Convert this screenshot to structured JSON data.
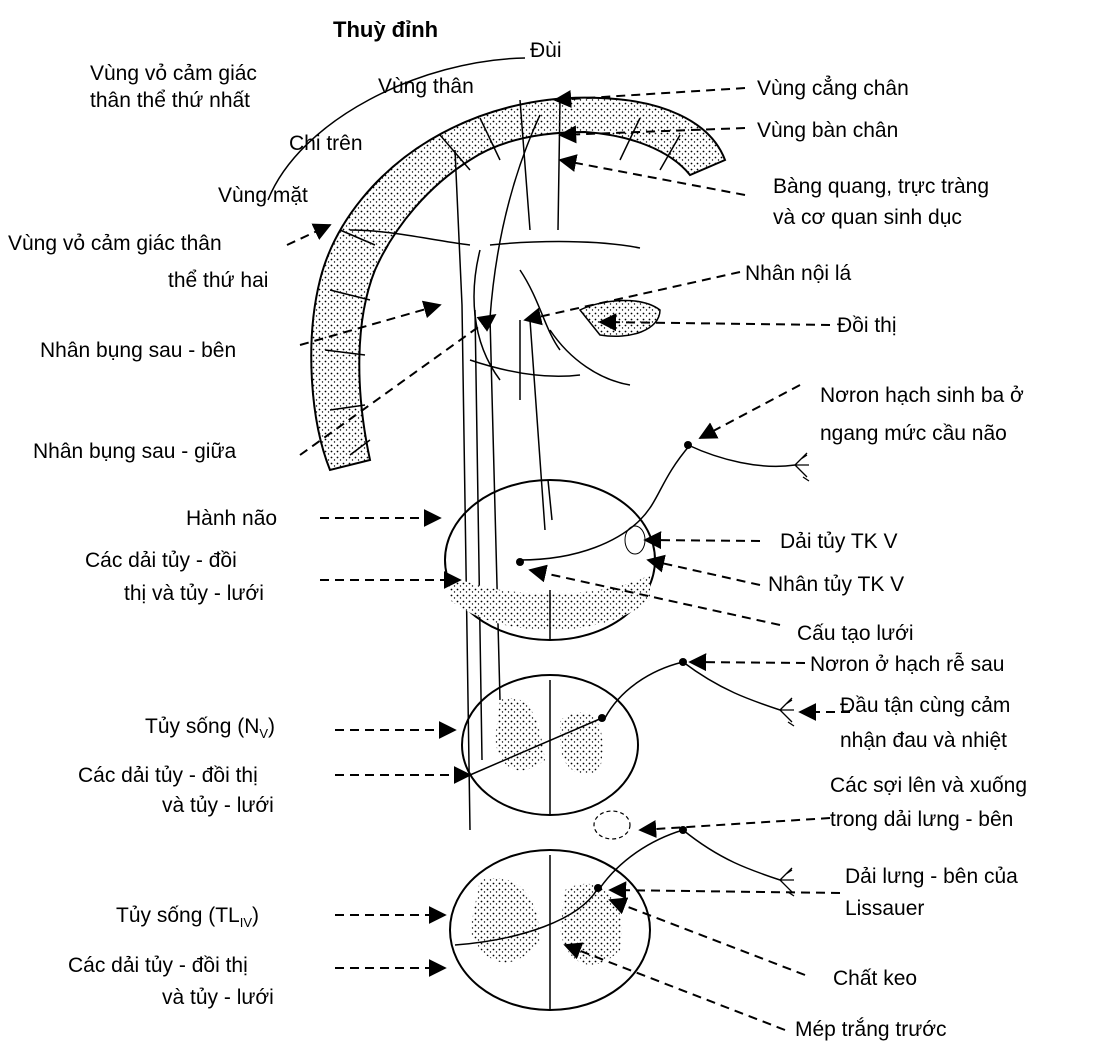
{
  "title": "Thuỳ đỉnh",
  "labels": {
    "dui": "Đùi",
    "vung_vo_1": [
      "Vùng vỏ cảm giác",
      "thân thể thứ nhất"
    ],
    "vung_than": "Vùng thân",
    "chi_tren": "Chi trên",
    "vung_mat": "Vùng mặt",
    "vung_vo_2": [
      "Vùng vỏ cảm giác thân",
      "thể thứ hai"
    ],
    "nhan_bung_sau_ben": "Nhân bụng sau - bên",
    "nhan_bung_sau_giua": "Nhân bụng sau - giữa",
    "hanh_nao": "Hành não",
    "cac_dai_1": [
      "Các dải tủy - đồi",
      "thị và tủy - lưới"
    ],
    "tuy_song_nv": "Tủy sống (N",
    "tuy_song_nv_sub": "V",
    "cac_dai_2": [
      "Các dải tủy - đồi thị",
      "và tủy - lưới"
    ],
    "tuy_song_tl": "Tủy sống (TL",
    "tuy_song_tl_sub": "IV",
    "cac_dai_3": [
      "Các dải tủy - đồi thị",
      "và tủy - lưới"
    ],
    "vung_cang_chan": "Vùng cẳng chân",
    "vung_ban_chan": "Vùng bàn chân",
    "bang_quang": [
      "Bàng quang, trực tràng",
      "và cơ quan sinh dục"
    ],
    "nhan_noi_la": "Nhân nội lá",
    "doi_thi": "Đồi thị",
    "noron_hach_sinh_ba": [
      "Nơron hạch sinh ba ở",
      "ngang mức cầu não"
    ],
    "dai_tuy_tkv": "Dải tủy TK V",
    "nhan_tuy_tkv": "Nhân tủy TK V",
    "cau_tao_luoi": "Cấu tạo lưới",
    "noron_hach_re_sau": "Nơron ở hạch rễ sau",
    "dau_tan_cung": [
      "Đầu tận cùng cảm",
      "nhận đau và nhiệt"
    ],
    "cac_soi": [
      "Các sợi lên và xuống",
      "trong dải lưng - bên"
    ],
    "dai_lung_ben": [
      "Dải lưng - bên của",
      "Lissauer"
    ],
    "chat_keo": "Chất keo",
    "mep_trang": "Mép trắng trước"
  }
}
